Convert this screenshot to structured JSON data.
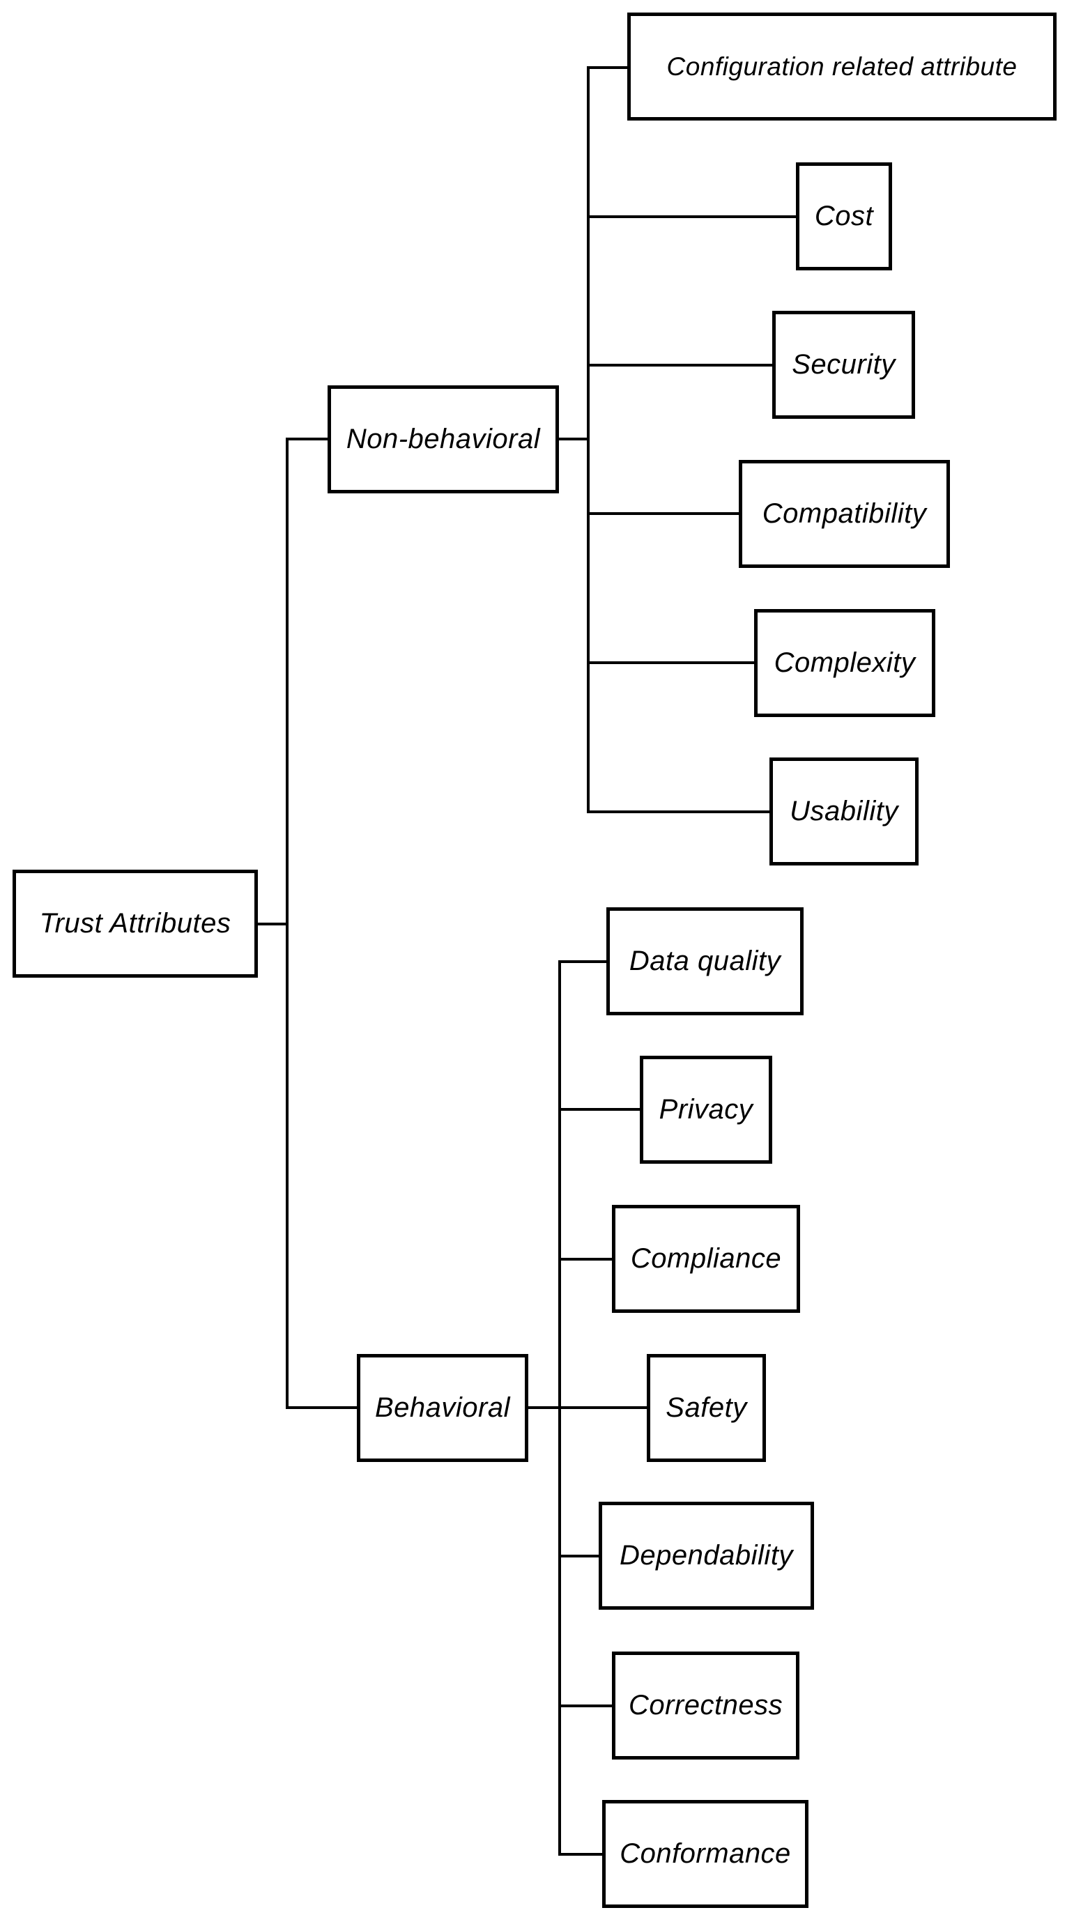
{
  "diagram": {
    "type": "tree",
    "orientation": "left-to-right",
    "root": {
      "label": "Trust Attributes"
    },
    "branches": [
      {
        "label": "Non-behavioral",
        "children": [
          "Configuration related attribute",
          "Cost",
          "Security",
          "Compatibility",
          "Complexity",
          "Usability"
        ]
      },
      {
        "label": "Behavioral",
        "children": [
          "Data quality",
          "Privacy",
          "Compliance",
          "Safety",
          "Dependability",
          "Correctness",
          "Conformance"
        ]
      }
    ]
  },
  "colors": {
    "background": "#ffffff",
    "box_fill": "#ffffff",
    "box_border": "#000000",
    "line": "#000000",
    "text": "#000000"
  }
}
